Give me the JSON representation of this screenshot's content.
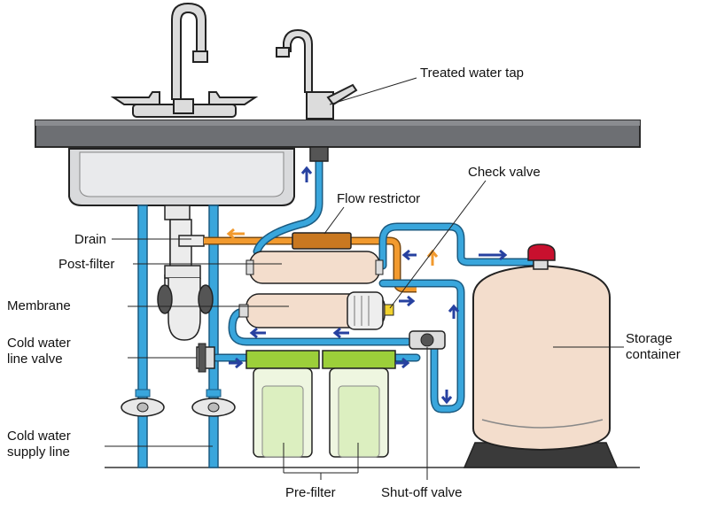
{
  "labels": {
    "treated_water_tap": "Treated water tap",
    "check_valve": "Check valve",
    "flow_restrictor": "Flow restrictor",
    "drain": "Drain",
    "post_filter": "Post-filter",
    "membrane": "Membrane",
    "cold_water_line_valve_1": "Cold water",
    "cold_water_line_valve_2": "line valve",
    "cold_water_supply_line_1": "Cold water",
    "cold_water_supply_line_2": "supply line",
    "pre_filter": "Pre-filter",
    "shut_off_valve": "Shut-off valve",
    "storage_container_1": "Storage",
    "storage_container_2": "container"
  },
  "colors": {
    "counter": "#6d6f73",
    "counter_edge": "#2a2a2a",
    "sink_steel": "#d9dadc",
    "pipe_blue": "#39a6dc",
    "pipe_orange": "#f29a2e",
    "filter_green": "#9ccf3a",
    "canister": "#eef6e0",
    "tank": "#f3ddcc",
    "flow_arrow_blue": "#2741a0",
    "flow_arrow_orange": "#f29a2e",
    "valve_red": "#c8102e"
  }
}
